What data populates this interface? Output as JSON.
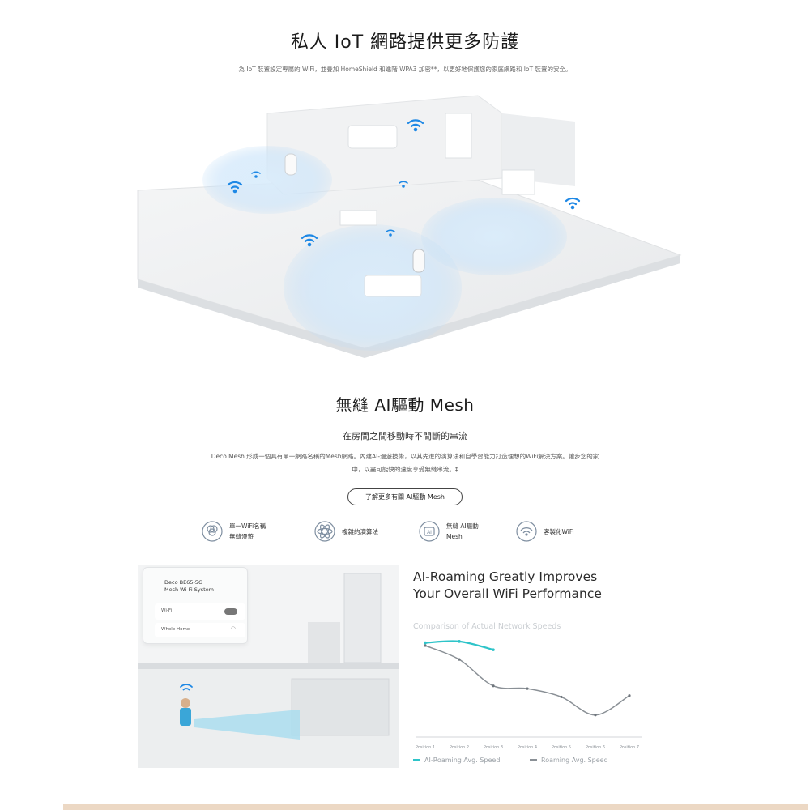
{
  "section1": {
    "title": "私人 IoT 網路提供更多防護",
    "subtitle": "為 IoT 裝置設定專屬的 WiFi，並疊加 HomeShield 和進階 WPA3 加密**，以更好地保護您的家庭網路和 IoT 裝置的安全。"
  },
  "section2": {
    "title": "無縫 AI驅動 Mesh",
    "subtitle": "在房間之間移動時不間斷的串流",
    "description_line1": "Deco Mesh 形成一個具有單一網路名稱的Mesh網路。內建AI-漫遊技術，以其先進的演算法和自學習能力打造理想的WiFi解決方案。讓步您的家",
    "description_line2": "中，以盡可能快的速度享受無縫串流。‡",
    "learn_more_label": "了解更多有關 AI驅動 Mesh"
  },
  "features": [
    {
      "line1": "單一WiFi名稱",
      "line2": "無縫漫遊",
      "icon": "rings-icon"
    },
    {
      "line1": "複雜的演算法",
      "line2": "",
      "icon": "atom-icon"
    },
    {
      "line1": "無縫 AI驅動",
      "line2": "Mesh",
      "icon": "ai-chip-icon"
    },
    {
      "line1": "客製化WiFi",
      "line2": "",
      "icon": "custom-wifi-icon"
    }
  ],
  "phone_card": {
    "title_line1": "Deco BE65-5G",
    "title_line2": "Mesh Wi-Fi System",
    "row1_label": "Wi-Fi",
    "row2_label": "Whole Home"
  },
  "colors": {
    "accent": "#2ec4c9",
    "roaming": "#8a9096",
    "wifi_icon": "#1e88e5"
  },
  "chart_data": {
    "type": "line",
    "title": "AI-Roaming Greatly Improves Your Overall WiFi Performance",
    "title_line1": "AI-Roaming Greatly Improves",
    "title_line2": "Your Overall WiFi Performance",
    "subtitle": "Comparison of Actual Network Speeds",
    "categories": [
      "Position 1",
      "Position 2",
      "Position 3",
      "Position 4",
      "Position 5",
      "Position 6",
      "Position 7"
    ],
    "series": [
      {
        "name": "AI-Roaming Avg. Speed",
        "values": [
          95,
          96,
          90
        ]
      },
      {
        "name": "Roaming Avg. Speed",
        "values": [
          93,
          83,
          64,
          62,
          56,
          43,
          57
        ]
      }
    ],
    "ylim": [
      30,
      100
    ],
    "grid": false,
    "legend": "bottom"
  }
}
